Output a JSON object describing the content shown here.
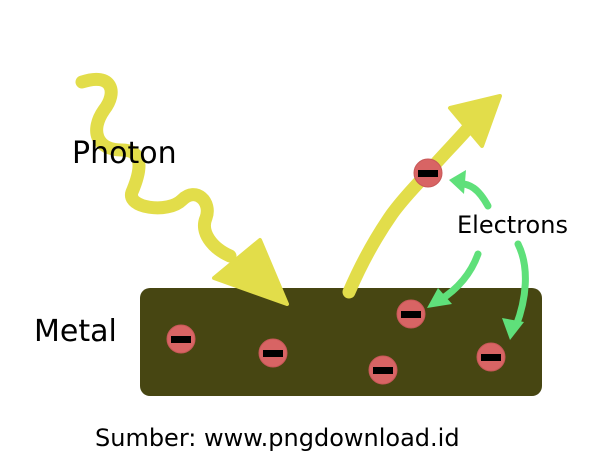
{
  "labels": {
    "photon": "Photon",
    "metal": "Metal",
    "electrons": "Electrons",
    "source": "Sumber: www.pngdownload.id"
  },
  "colors": {
    "photon_ray": "#e2dd4a",
    "metal": "#474612",
    "electron_fill": "#d86464",
    "electron_sign": "#000000",
    "pointer_arrow": "#5fe07a",
    "background": "#ffffff"
  },
  "icons": {
    "electron_sign": "minus-sign"
  }
}
